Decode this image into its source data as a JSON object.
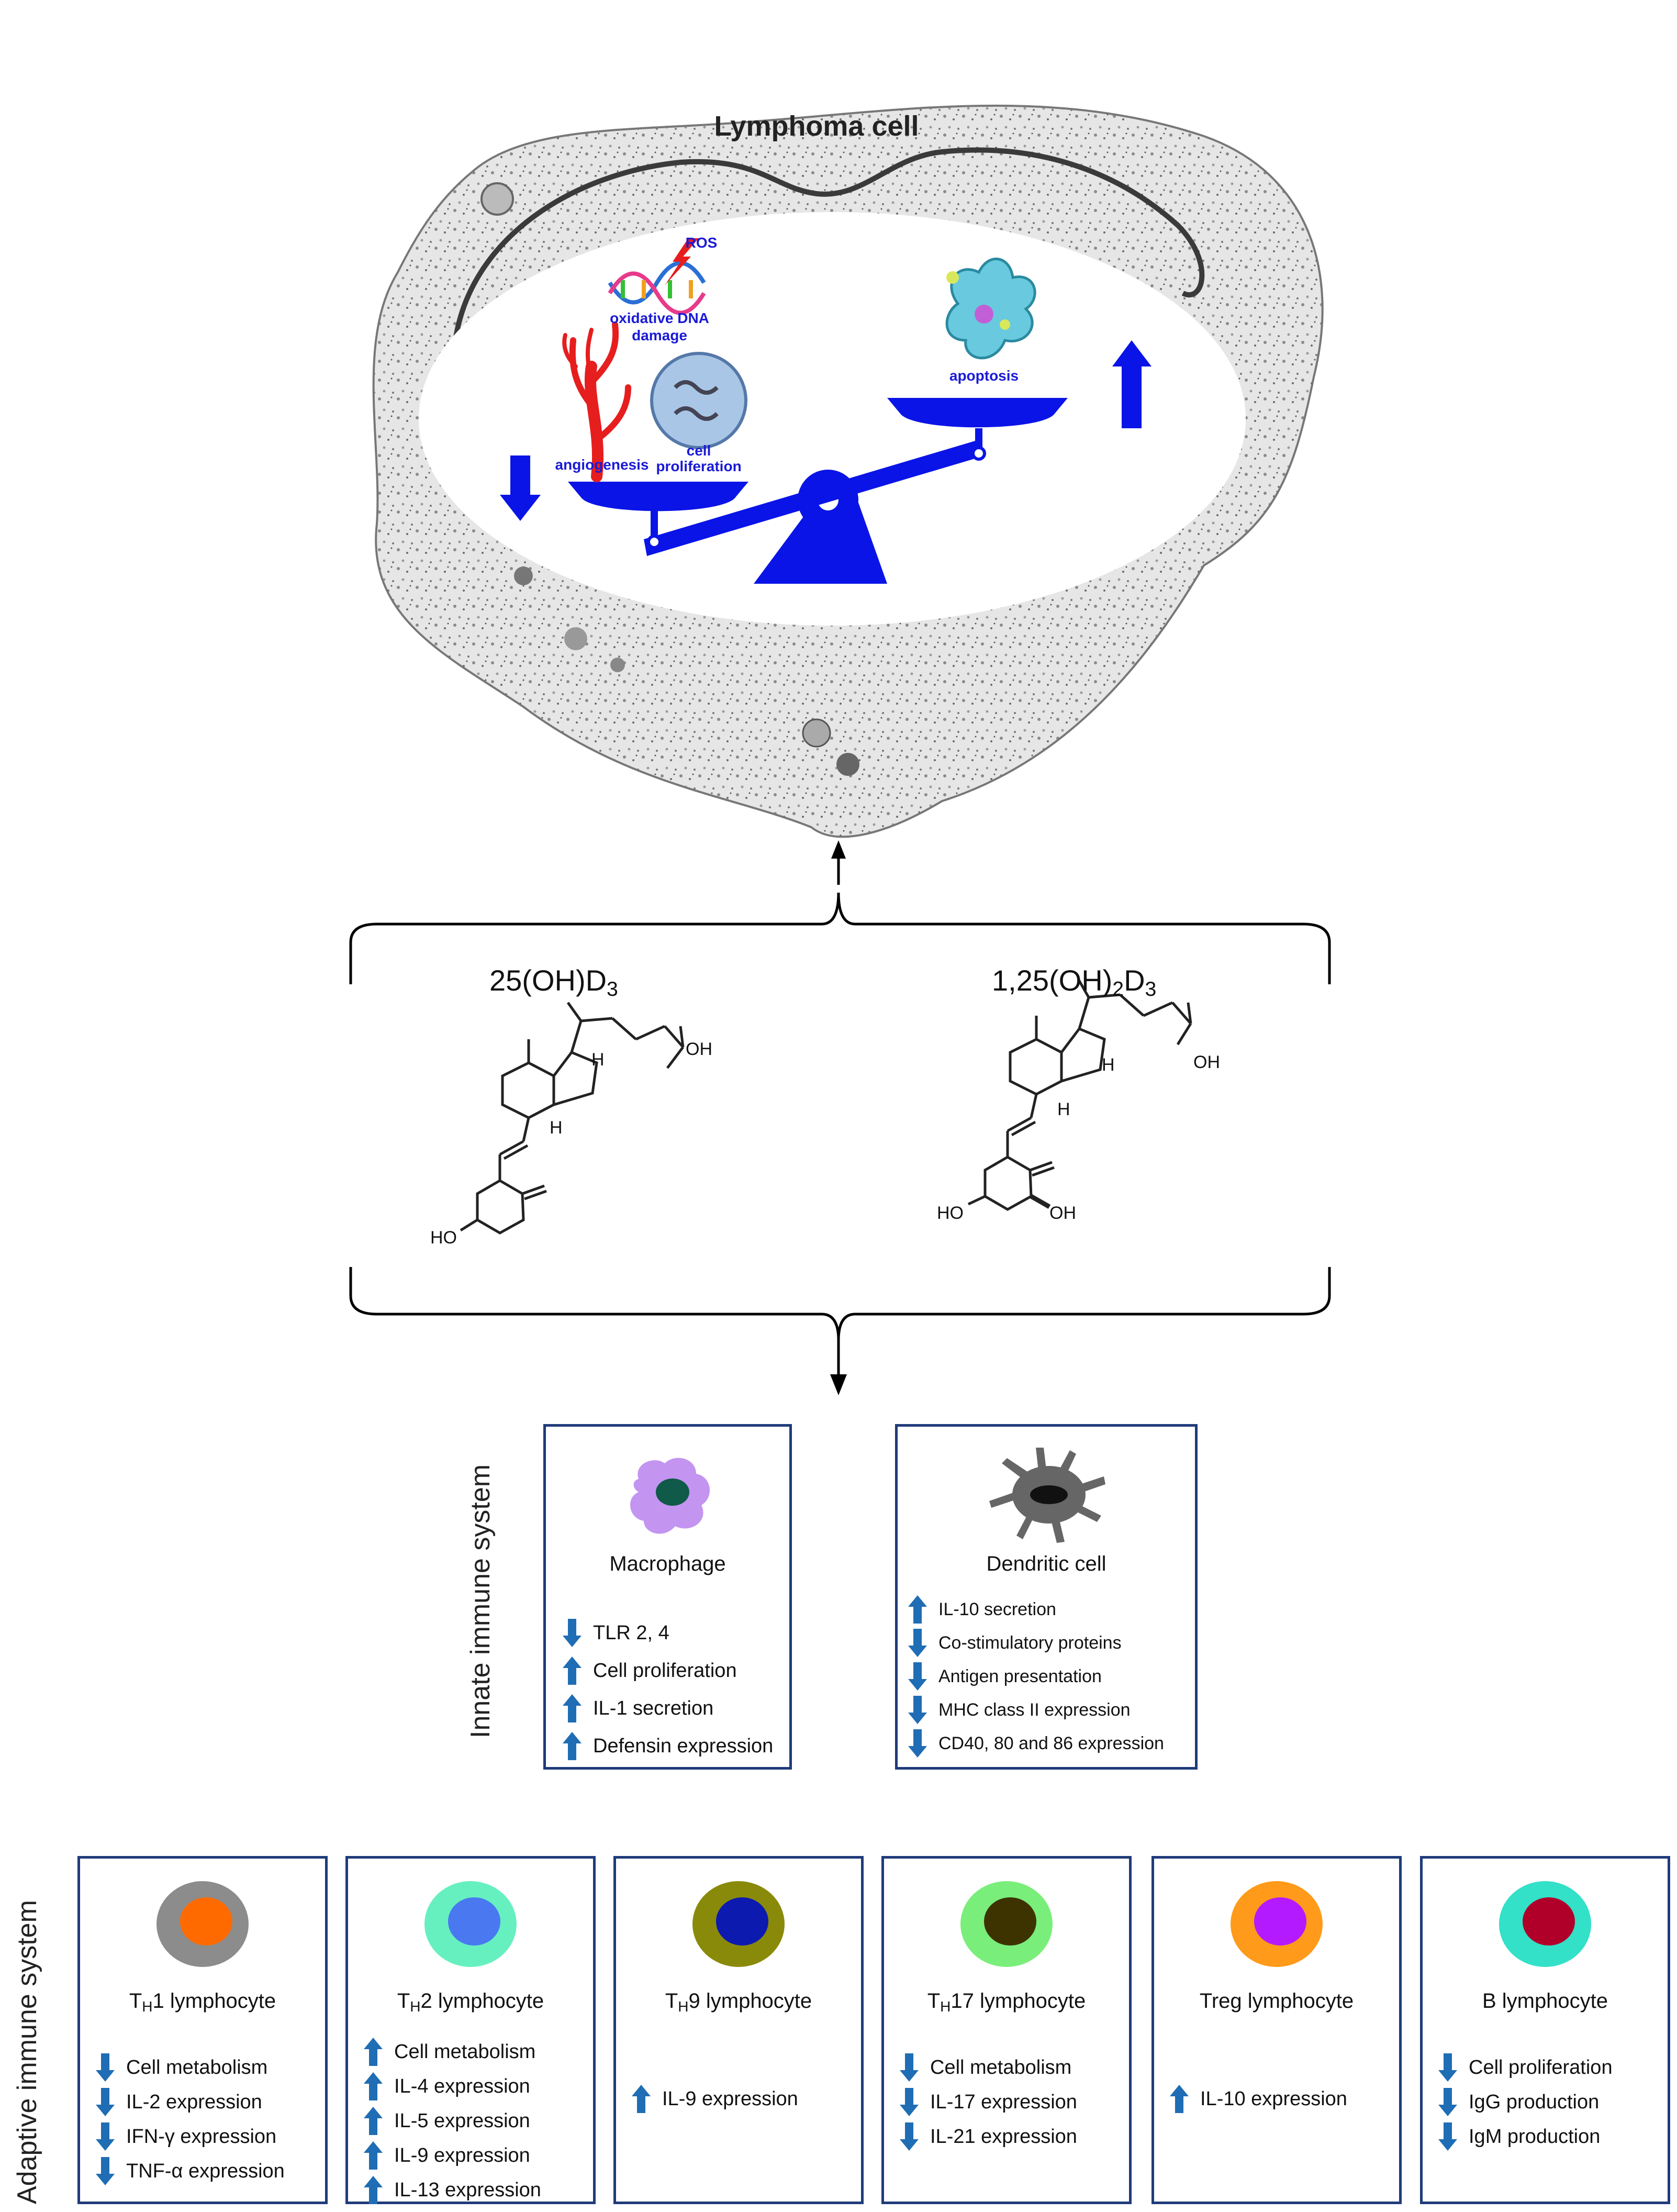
{
  "lymphoma": {
    "title": "Lymphoma cell",
    "ros": "ROS",
    "dna_label_1": "oxidative DNA",
    "dna_label_2": "damage",
    "angiogenesis": "angiogenesis",
    "prolif_1": "cell",
    "prolif_2": "proliferation",
    "apoptosis": "apoptosis"
  },
  "compounds": {
    "left": {
      "main": "25(OH)D",
      "sub": "3"
    },
    "right": {
      "main_a": "1,25(OH)",
      "sub_a": "2",
      "main_b": "D",
      "sub_b": "3"
    },
    "labels": {
      "oh": "OH",
      "h": "H",
      "ho": "HO"
    }
  },
  "innate": {
    "side_label": "Innate immune system",
    "macrophage": {
      "title": "Macrophage",
      "items": [
        {
          "text": "TLR 2, 4",
          "dir": "down"
        },
        {
          "text": "Cell proliferation",
          "dir": "up"
        },
        {
          "text": "IL-1 secretion",
          "dir": "up"
        },
        {
          "text": "Defensin expression",
          "dir": "up"
        }
      ]
    },
    "dendritic": {
      "title": "Dendritic cell",
      "items": [
        {
          "text": "IL-10 secretion",
          "dir": "up"
        },
        {
          "text": "Co-stimulatory proteins",
          "dir": "down"
        },
        {
          "text": "Antigen presentation",
          "dir": "down"
        },
        {
          "text": "MHC class II expression",
          "dir": "down"
        },
        {
          "text": "CD40, 80 and 86 expression",
          "dir": "down"
        }
      ]
    }
  },
  "adaptive": {
    "side_label": "Adaptive immune system",
    "cells": [
      {
        "pre": "T",
        "sub": "H",
        "post": "1 lymphocyte",
        "outer": "#8c8c8c",
        "inner": "#ff6a00",
        "items": [
          {
            "text": "Cell metabolism",
            "dir": "down"
          },
          {
            "text": "IL-2 expression",
            "dir": "down"
          },
          {
            "text": "IFN-γ expression",
            "dir": "down"
          },
          {
            "text": "TNF-α expression",
            "dir": "down"
          }
        ]
      },
      {
        "pre": "T",
        "sub": "H",
        "post": "2 lymphocyte",
        "outer": "#66f0c0",
        "inner": "#4a78f0",
        "items": [
          {
            "text": "Cell metabolism",
            "dir": "up"
          },
          {
            "text": "IL-4 expression",
            "dir": "up"
          },
          {
            "text": "IL-5 expression",
            "dir": "up"
          },
          {
            "text": "IL-9 expression",
            "dir": "up"
          },
          {
            "text": "IL-13 expression",
            "dir": "up"
          }
        ]
      },
      {
        "pre": "T",
        "sub": "H",
        "post": "9 lymphocyte",
        "outer": "#8a8a0a",
        "inner": "#0c1ab0",
        "items": [
          {
            "text": "IL-9 expression",
            "dir": "up"
          }
        ]
      },
      {
        "pre": "T",
        "sub": "H",
        "post": "17 lymphocyte",
        "outer": "#7aee7a",
        "inner": "#3d3300",
        "items": [
          {
            "text": "Cell metabolism",
            "dir": "down"
          },
          {
            "text": "IL-17 expression",
            "dir": "down"
          },
          {
            "text": "IL-21 expression",
            "dir": "down"
          }
        ]
      },
      {
        "pre": "Treg lymphocyte",
        "sub": "",
        "post": "",
        "outer": "#ff9a1a",
        "inner": "#b41aff",
        "items": [
          {
            "text": "IL-10 expression",
            "dir": "up"
          }
        ]
      },
      {
        "pre": "B lymphocyte",
        "sub": "",
        "post": "",
        "outer": "#33e0c8",
        "inner": "#b0002a",
        "items": [
          {
            "text": "Cell proliferation",
            "dir": "down"
          },
          {
            "text": "IgG production",
            "dir": "down"
          },
          {
            "text": "IgM production",
            "dir": "down"
          }
        ]
      }
    ]
  },
  "colors": {
    "box_border": "#1f3b7a",
    "arrow": "#1f6db4",
    "balance": "#0a14e6"
  }
}
